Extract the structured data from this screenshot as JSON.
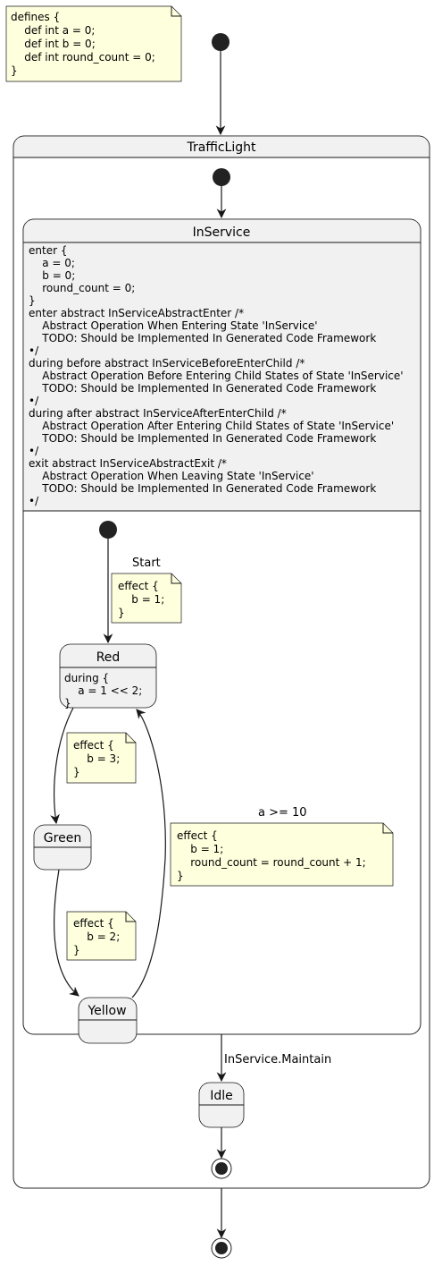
{
  "colors": {
    "note_fill": "#FEFFDD",
    "state_fill": "#F1F1F1",
    "stroke": "#181818",
    "dot": "#222222"
  },
  "defines_note": {
    "lines": [
      "defines {",
      "    def int a = 0;",
      "    def int b = 0;",
      "    def int round_count = 0;",
      "}"
    ]
  },
  "traffic_light": {
    "title": "TrafficLight"
  },
  "in_service": {
    "title": "InService",
    "body": [
      "enter {",
      "    a = 0;",
      "    b = 0;",
      "    round_count = 0;",
      "}",
      "enter abstract InServiceAbstractEnter /*",
      "    Abstract Operation When Entering State 'InService'",
      "    TODO: Should be Implemented In Generated Code Framework",
      "•/",
      "during before abstract InServiceBeforeEnterChild /*",
      "    Abstract Operation Before Entering Child States of State 'InService'",
      "    TODO: Should be Implemented In Generated Code Framework",
      "•/",
      "during after abstract InServiceAfterEnterChild /*",
      "    Abstract Operation After Entering Child States of State 'InService'",
      "    TODO: Should be Implemented In Generated Code Framework",
      "•/",
      "exit abstract InServiceAbstractExit /*",
      "    Abstract Operation When Leaving State 'InService'",
      "    TODO: Should be Implemented In Generated Code Framework",
      "•/"
    ]
  },
  "red": {
    "title": "Red",
    "body": [
      "during {",
      "    a = 1 << 2;",
      "}"
    ]
  },
  "green": {
    "title": "Green"
  },
  "yellow": {
    "title": "Yellow"
  },
  "idle": {
    "title": "Idle"
  },
  "transitions": {
    "start_label": "Start",
    "start_effect": [
      "effect {",
      "    b = 1;",
      "}"
    ],
    "red_green_effect": [
      "effect {",
      "    b = 3;",
      "}"
    ],
    "green_yellow_effect": [
      "effect {",
      "    b = 2;",
      "}"
    ],
    "yellow_red_label": "a >= 10",
    "yellow_red_effect": [
      "effect {",
      "    b = 1;",
      "    round_count = round_count + 1;",
      "}"
    ],
    "maintain_label": "InService.Maintain"
  }
}
